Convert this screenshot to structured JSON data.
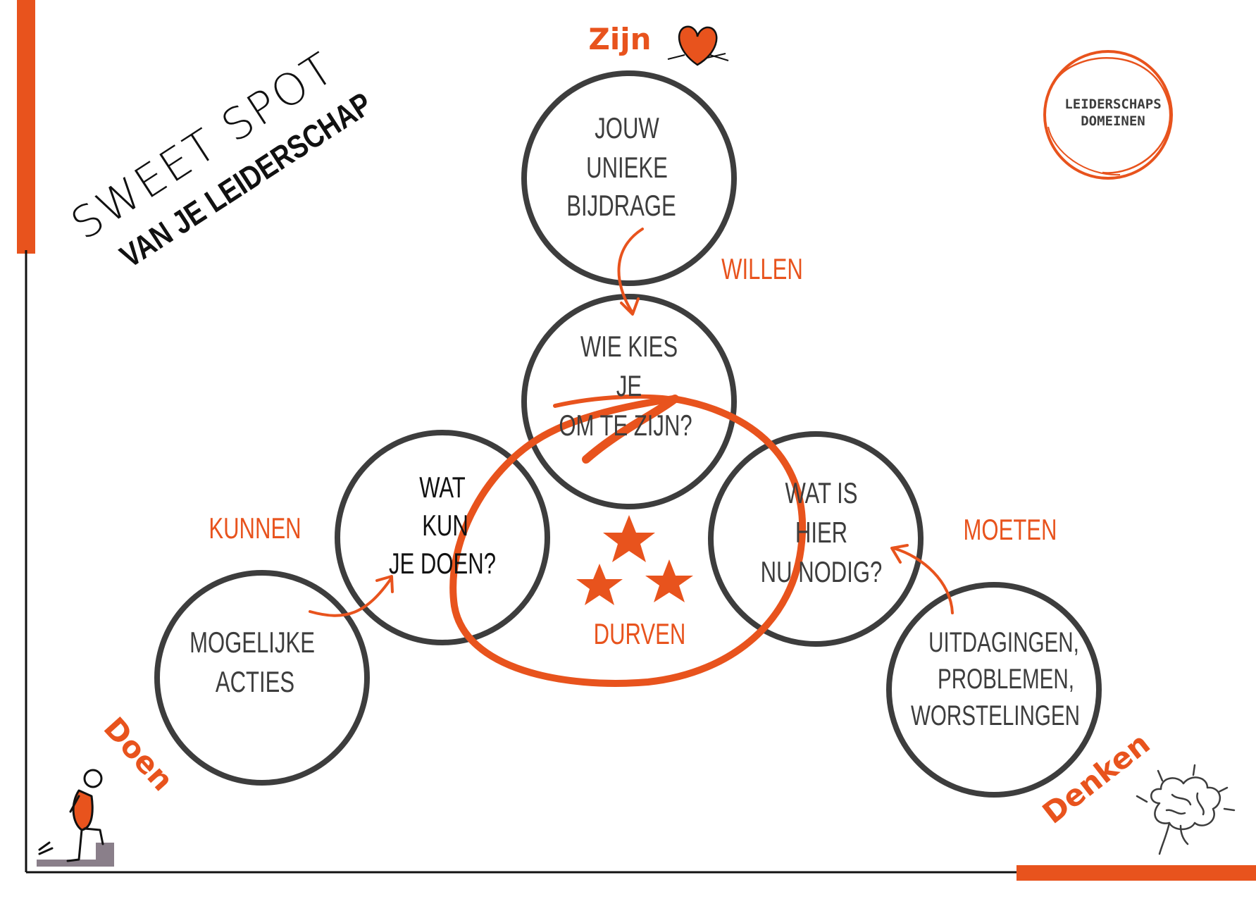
{
  "title": {
    "line1": "SWEET SPOT",
    "line2": "VAN JE LEIDERSCHAP"
  },
  "logo": {
    "line1": "LEIDERSCHAPS",
    "line2": "DOMEINEN"
  },
  "corners": {
    "top": "Zijn",
    "left": "Doen",
    "right": "Denken"
  },
  "labels": {
    "willen": "WILLEN",
    "kunnen": "KUNNEN",
    "moeten": "MOETEN",
    "durven": "DURVEN"
  },
  "circles": {
    "top": [
      "JOUW",
      "UNIEKE",
      "BIJDRAGE"
    ],
    "center": [
      "WIE KIES",
      "JE",
      "OM TE ZIJN?"
    ],
    "left_inner": [
      "WAT",
      "KUN",
      "JE DOEN?"
    ],
    "right_inner": [
      "WAT IS",
      "HIER",
      "NU NODIG?"
    ],
    "left_outer": [
      "MOGELIJKE",
      "ACTIES"
    ],
    "right_outer": [
      "UITDAGINGEN,",
      "PROBLEMEN,",
      "WORSTELINGEN"
    ]
  },
  "icons": [
    "heart-icon",
    "stars-icon",
    "person-stepping-icon",
    "brain-icon",
    "logo-ring-icon"
  ],
  "colors": {
    "accent": "#E8531D",
    "ink": "#3d3d3d",
    "frame": "#111111"
  }
}
